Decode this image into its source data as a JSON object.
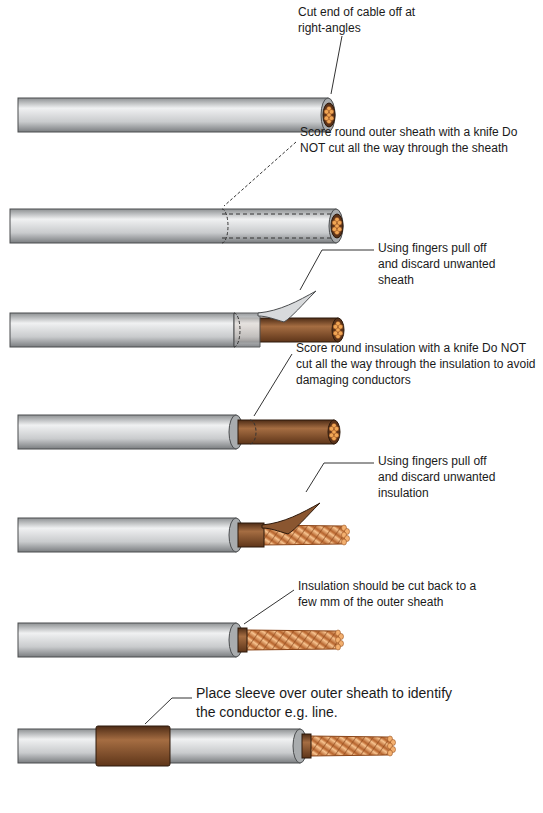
{
  "diagram": {
    "labels": [
      "Cut end of cable off at right-angles",
      "Score round outer sheath with a knife Do NOT cut all the way through the sheath",
      "Using fingers pull off and discard unwanted sheath",
      "Score round insulation with a knife Do NOT cut all the way through the insulation to avoid damaging conductors",
      "Using fingers pull off and discard unwanted insulation",
      "Insulation should be cut back to a few mm of the outer sheath",
      "Place sleeve over outer sheath to identify the conductor e.g. line."
    ]
  }
}
